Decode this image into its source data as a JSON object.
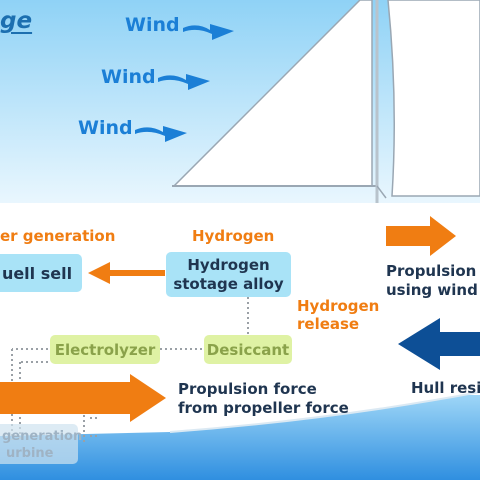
{
  "title": "ge",
  "wind_labels": [
    "Wind",
    "Wind",
    "Wind"
  ],
  "labels": {
    "power_generation": "er generation",
    "hydrogen": "Hydrogen",
    "hydrogen_release": [
      "Hydrogen",
      "release"
    ],
    "propulsion_wind": [
      "Propulsion f",
      "using wind e"
    ],
    "hull_resistance": "Hull resi",
    "propulsion_propeller": [
      "Propulsion force",
      "from propeller force"
    ],
    "generation_turbine": [
      "generation",
      "urbine"
    ]
  },
  "boxes": {
    "fuel_cell": "uell sell",
    "hydrogen_storage": [
      "Hydrogen",
      "stotage alloy"
    ],
    "electrolyzer": "Electrolyzer",
    "desiccant": "Desiccant"
  },
  "colors": {
    "wind_blue": "#1b7fd6",
    "orange": "#f07d12",
    "navy_arrow": "#0d4f96",
    "sky": "#c6e9fb",
    "sea": "#5fb7ee"
  }
}
